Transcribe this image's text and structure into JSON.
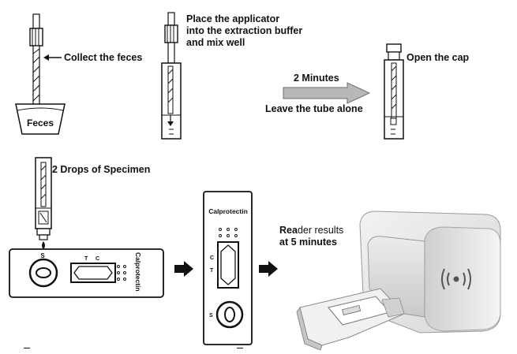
{
  "step1": {
    "caption": "Collect the feces",
    "container_label": "Feces"
  },
  "step2": {
    "caption_lines": [
      "Place the applicator",
      "into the extraction buffer",
      "and mix well"
    ]
  },
  "wait": {
    "time": "2 Minutes",
    "instruction": "Leave the tube alone"
  },
  "step3": {
    "caption": "Open the cap"
  },
  "step4": {
    "caption": "2 Drops of Specimen"
  },
  "cassette_horizontal": {
    "brand": "Calprotectin",
    "sample_mark": "S",
    "test_mark": "T",
    "control_mark": "C"
  },
  "cassette_vertical": {
    "brand": "Calprotectin",
    "control_mark": "C",
    "test_mark": "T",
    "sample_mark": "S"
  },
  "reader": {
    "line1_bold": "Rea",
    "line1_rest": "der results",
    "line2_pre": "at ",
    "line2_bold": "5",
    "line2_post": " minutes"
  },
  "colors": {
    "arrow_gray": "#b8b8b8",
    "reader_body": "#e4e4e4",
    "ink": "#111111"
  }
}
